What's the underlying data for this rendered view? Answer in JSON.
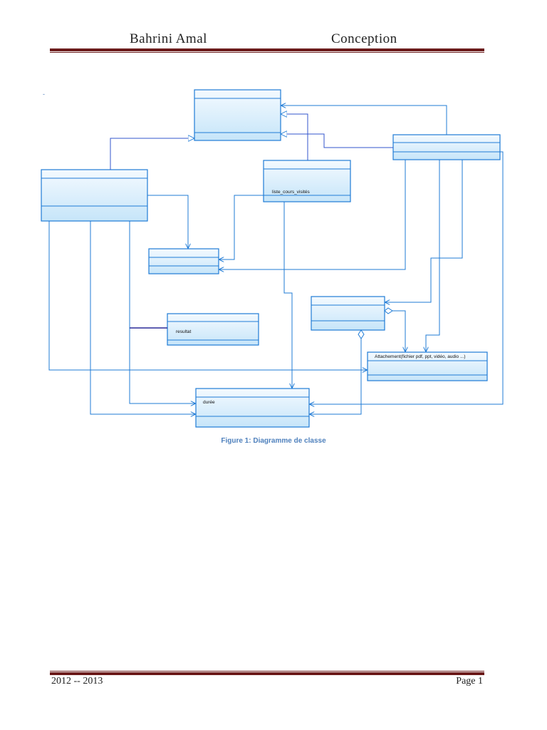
{
  "header": {
    "author": "Bahrini Amal",
    "section": "Conception"
  },
  "diagram": {
    "attributes": {
      "liste_cours": "liste_cours_visités",
      "resultat": "resultat",
      "attachement": "Attachement(fichier pdf, ppt, vidéo, audio ...)",
      "duree": "durée"
    },
    "stray_mark": "-"
  },
  "caption": "Figure 1: Diagramme de classe",
  "footer": {
    "year": "2012 -- 2013",
    "page": "Page 1"
  },
  "colors": {
    "box_stroke": "#1f7bd6",
    "box_fill_top": "#f2f9ff",
    "box_fill_bottom": "#c9e7fa",
    "line": "#1f7bd6",
    "rule": "#6b1a1a",
    "caption": "#4f81bd"
  }
}
